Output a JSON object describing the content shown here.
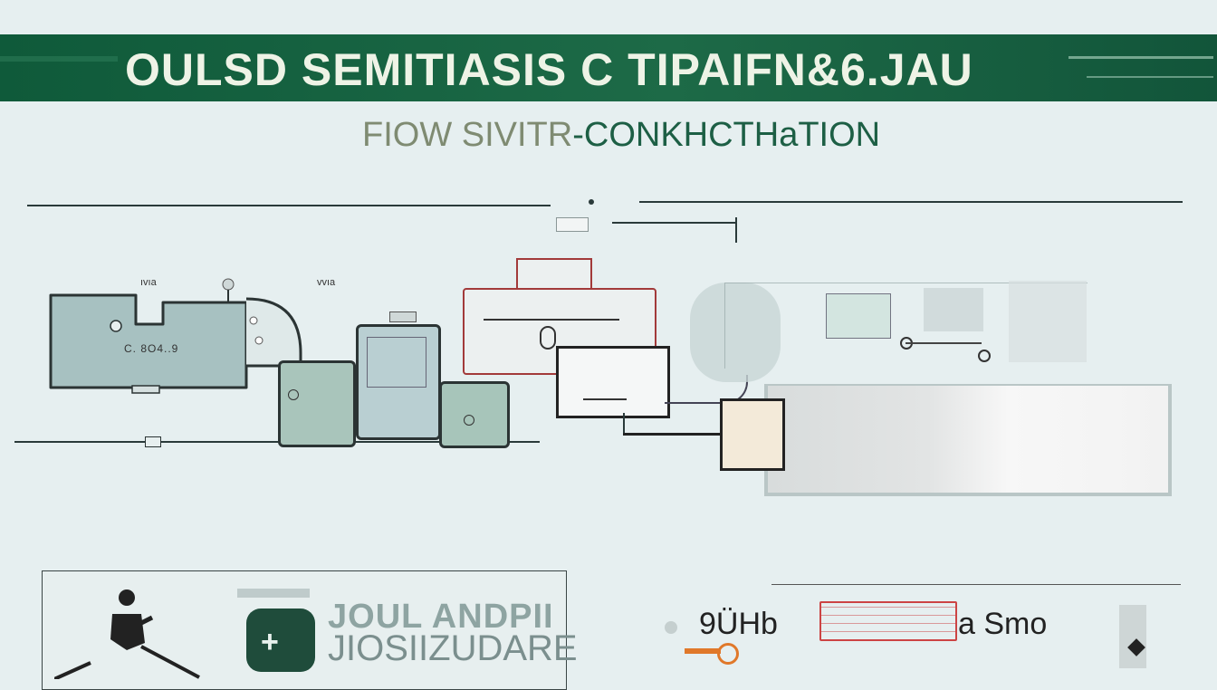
{
  "header": {
    "title": "OULSD SEMITIASIS C TIPAIFN&6.JAU",
    "subtitle_gray": "FIOW SIVITR",
    "subtitle_green": "-CONKHCTHaTION"
  },
  "diagram": {
    "labels": {
      "left_small_a": "ıvıa",
      "left_small_b": "vvıa",
      "card_label": "C. 8O4..9"
    }
  },
  "footer": {
    "logo_line1": "JOUL ANDPII",
    "logo_line2": "JIOSIIZUDARE",
    "label_mid": "9ÜHb",
    "label_right": "a Smo"
  },
  "colors": {
    "banner": "#0f5a3a",
    "subtitle_green": "#1d5f45",
    "subtitle_gray": "#7f8b72",
    "red_outline": "#a23a3a",
    "orange_accent": "#e0782a"
  }
}
